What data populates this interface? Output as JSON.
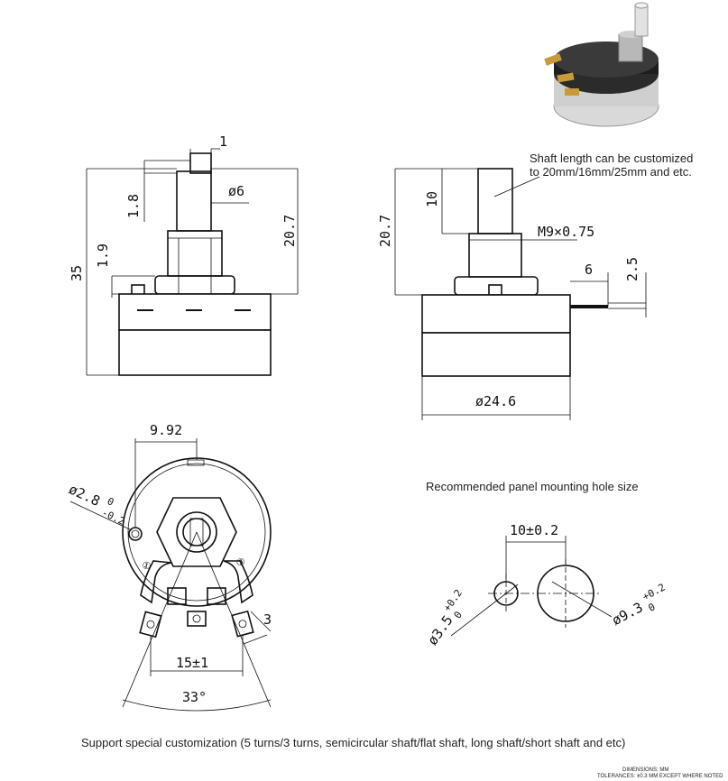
{
  "dimensions": {
    "shaft_flat": "1",
    "shaft_tip": "1.8",
    "shaft_dia": "ø6",
    "total_height": "35",
    "bushing_offset": "1.9",
    "height_left": "20.7",
    "height_right": "20.7",
    "shaft_length": "10",
    "thread": "M9×0.75",
    "terminal_width": "6",
    "terminal_height": "2.5",
    "body_dia": "ø24.6",
    "bottom_offset": "9.92",
    "pin_hole": "ø2.8",
    "pin_hole_tol_upper": "0",
    "pin_hole_tol_lower": "-0.2",
    "terminal_width_bottom": "3",
    "terminal_spacing": "15±1",
    "terminal_angle": "33°",
    "panel_spacing": "10±0.2",
    "panel_small_hole": "ø3.5",
    "panel_small_tol_upper": "+0.2",
    "panel_small_tol_lower": "0",
    "panel_large_hole": "ø9.3",
    "panel_large_tol_upper": "+0.2",
    "panel_large_tol_lower": "0"
  },
  "notes": {
    "shaft_note_line1": "Shaft length can be customized",
    "shaft_note_line2": "to 20mm/16mm/25mm and etc.",
    "panel_title": "Recommended panel mounting hole size",
    "support": "Support special customization (5 turns/3 turns, semicircular shaft/flat shaft, long shaft/short shaft and etc)",
    "units": "DIMENSIONS: MM",
    "tolerance": "TOLERANCES: ±0.3 MM EXCEPT WHERE NOTED"
  }
}
